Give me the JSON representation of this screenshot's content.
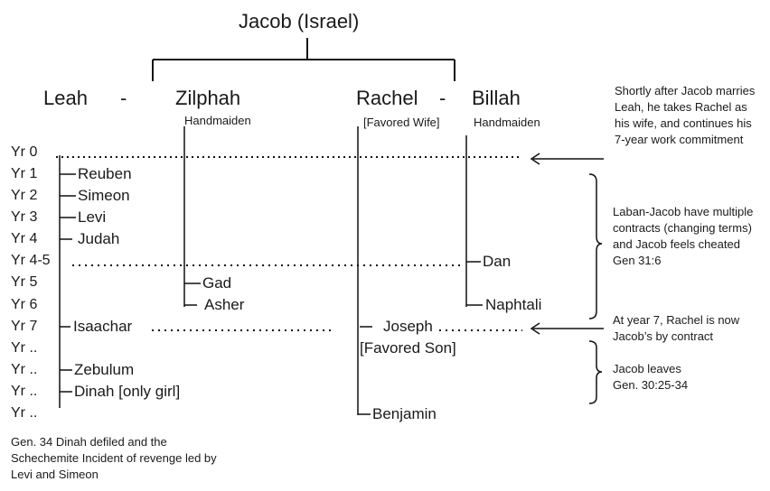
{
  "title": "Jacob (Israel)",
  "wives": {
    "leah": "Leah",
    "dash1": "-",
    "zilphah": "Zilphah",
    "rachel": "Rachel",
    "dash2": "-",
    "billah": "Billah"
  },
  "subtitles": {
    "zilphah": "Handmaiden",
    "rachel": "[Favored Wife]",
    "billah": "Handmaiden"
  },
  "years": [
    "Yr 0",
    "Yr 1",
    "Yr 2",
    "Yr 3",
    "Yr 4",
    "Yr 4-5",
    "Yr 5",
    "Yr 6",
    "Yr 7",
    "Yr ..",
    "Yr ..",
    "Yr ..",
    "Yr .."
  ],
  "children": {
    "reuben": "Reuben",
    "simeon": "Simeon",
    "levi": "Levi",
    "judah": "Judah",
    "isaachar": "Isaachar",
    "zebulum": "Zebulum",
    "dinah": "Dinah [only girl]",
    "gad": "Gad",
    "asher": "Asher",
    "joseph": "Joseph",
    "joseph_note": "[Favored Son]",
    "benjamin": "Benjamin",
    "dan": "Dan",
    "naphtali": "Naphtali"
  },
  "notes": {
    "marriage": "Shortly after Jacob marries Leah, he takes Rachel as his wife, and continues his 7-year work commitment",
    "contracts": "Laban-Jacob have multiple contracts (changing terms) and Jacob feels cheated Gen 31:6",
    "year7": "At year 7, Rachel is now Jacob’s by contract",
    "leaves": "Jacob leaves Gen. 30:25-34"
  },
  "footnote": "Gen. 34  Dinah defiled and  the Schechemite Incident of revenge  led by Levi and Simeon"
}
